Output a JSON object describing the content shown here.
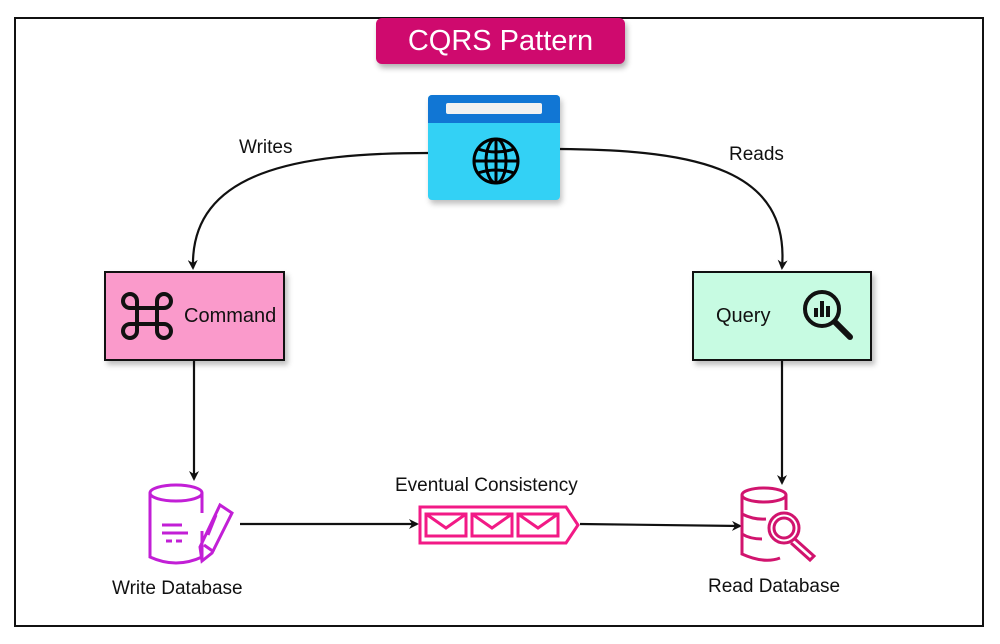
{
  "title": "CQRS Pattern",
  "client": {
    "icon": "globe-browser-icon"
  },
  "edges": {
    "writes_label": "Writes",
    "reads_label": "Reads",
    "eventual_label": "Eventual Consistency"
  },
  "command": {
    "label": "Command",
    "icon": "command-key-icon",
    "color": "#fa9acb"
  },
  "query": {
    "label": "Query",
    "icon": "magnifier-chart-icon",
    "color": "#c7fbe2"
  },
  "write_db": {
    "label": "Write Database",
    "icon": "database-pencil-icon",
    "color": "#c21fd6"
  },
  "read_db": {
    "label": "Read Database",
    "icon": "database-search-icon",
    "color": "#d1146e"
  },
  "queue": {
    "icon": "message-queue-icon",
    "messages": 3,
    "color": "#f21a86"
  },
  "colors": {
    "title_bg": "#cf0a6e",
    "browser_top": "#1176d4",
    "browser_body": "#33d1f5"
  }
}
